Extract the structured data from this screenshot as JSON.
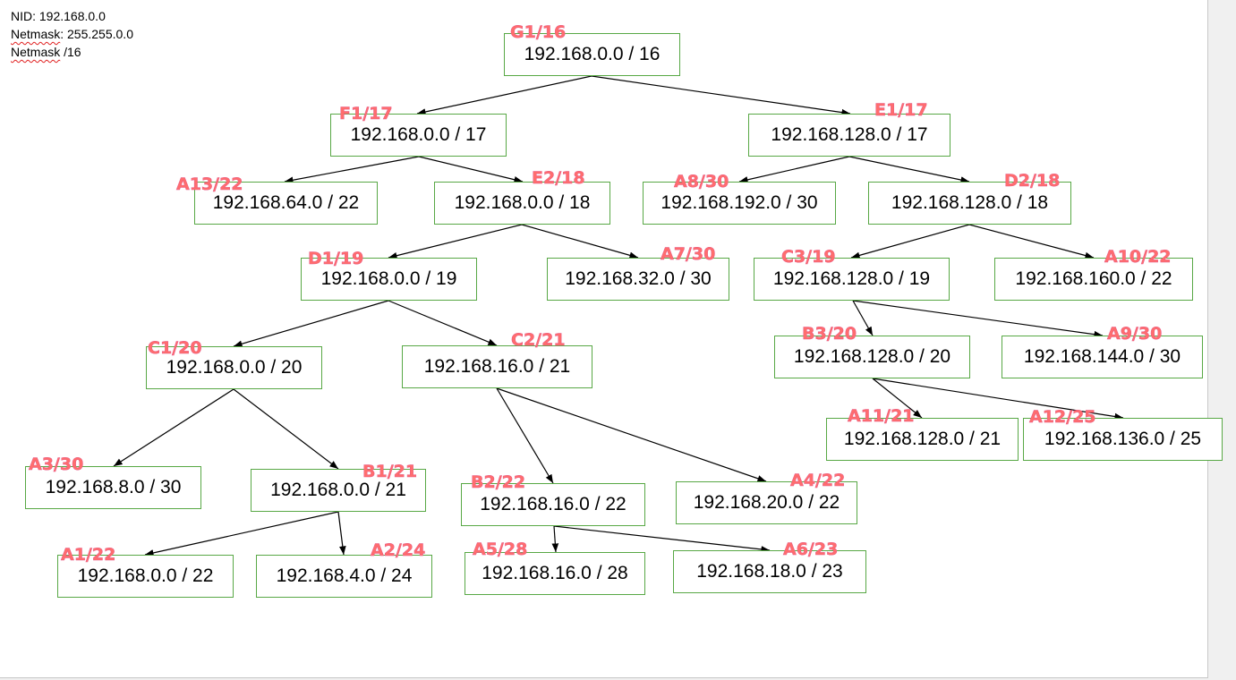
{
  "info": {
    "nid_label": "NID:",
    "nid_value": "192.168.0.0",
    "mask_label": "Netmask",
    "mask_value": "255.255.0.0",
    "prefix_label": "Netmask",
    "prefix_value": "/16"
  },
  "nodes": [
    {
      "id": "G1",
      "tag": "G1/16",
      "subnet": "192.168.0.0 / 16"
    },
    {
      "id": "F1",
      "tag": "F1/17",
      "subnet": "192.168.0.0 / 17"
    },
    {
      "id": "E1",
      "tag": "E1/17",
      "subnet": "192.168.128.0 / 17"
    },
    {
      "id": "A13",
      "tag": "A13/22",
      "subnet": "192.168.64.0 / 22"
    },
    {
      "id": "E2",
      "tag": "E2/18",
      "subnet": "192.168.0.0 / 18"
    },
    {
      "id": "A8",
      "tag": "A8/30",
      "subnet": "192.168.192.0 / 30"
    },
    {
      "id": "D2",
      "tag": "D2/18",
      "subnet": "192.168.128.0 / 18"
    },
    {
      "id": "D1",
      "tag": "D1/19",
      "subnet": "192.168.0.0 / 19"
    },
    {
      "id": "A7",
      "tag": "A7/30",
      "subnet": "192.168.32.0 / 30"
    },
    {
      "id": "C3",
      "tag": "C3/19",
      "subnet": "192.168.128.0 / 19"
    },
    {
      "id": "A10",
      "tag": "A10/22",
      "subnet": "192.168.160.0 / 22"
    },
    {
      "id": "C1",
      "tag": "C1/20",
      "subnet": "192.168.0.0 / 20"
    },
    {
      "id": "C2",
      "tag": "C2/21",
      "subnet": "192.168.16.0 / 21"
    },
    {
      "id": "B3",
      "tag": "B3/20",
      "subnet": "192.168.128.0 / 20"
    },
    {
      "id": "A9",
      "tag": "A9/30",
      "subnet": "192.168.144.0 / 30"
    },
    {
      "id": "A11",
      "tag": "A11/21",
      "subnet": "192.168.128.0 / 21"
    },
    {
      "id": "A12",
      "tag": "A12/25",
      "subnet": "192.168.136.0 / 25"
    },
    {
      "id": "A3",
      "tag": "A3/30",
      "subnet": "192.168.8.0 / 30"
    },
    {
      "id": "B1",
      "tag": "B1/21",
      "subnet": "192.168.0.0 / 21"
    },
    {
      "id": "B2",
      "tag": "B2/22",
      "subnet": "192.168.16.0 / 22"
    },
    {
      "id": "A4",
      "tag": "A4/22",
      "subnet": "192.168.20.0 / 22"
    },
    {
      "id": "A1",
      "tag": "A1/22",
      "subnet": "192.168.0.0 / 22"
    },
    {
      "id": "A2",
      "tag": "A2/24",
      "subnet": "192.168.4.0 / 24"
    },
    {
      "id": "A5",
      "tag": "A5/28",
      "subnet": "192.168.16.0 / 28"
    },
    {
      "id": "A6",
      "tag": "A6/23",
      "subnet": "192.168.18.0 / 23"
    }
  ],
  "edges": [
    [
      "G1",
      "F1"
    ],
    [
      "G1",
      "E1"
    ],
    [
      "F1",
      "A13"
    ],
    [
      "F1",
      "E2"
    ],
    [
      "E1",
      "A8"
    ],
    [
      "E1",
      "D2"
    ],
    [
      "E2",
      "D1"
    ],
    [
      "E2",
      "A7"
    ],
    [
      "D2",
      "C3"
    ],
    [
      "D2",
      "A10"
    ],
    [
      "D1",
      "C1"
    ],
    [
      "D1",
      "C2"
    ],
    [
      "C3",
      "B3"
    ],
    [
      "C3",
      "A9"
    ],
    [
      "C1",
      "A3"
    ],
    [
      "C1",
      "B1"
    ],
    [
      "C2",
      "B2"
    ],
    [
      "C2",
      "A4"
    ],
    [
      "B3",
      "A11"
    ],
    [
      "B3",
      "A12"
    ],
    [
      "B1",
      "A1"
    ],
    [
      "B1",
      "A2"
    ],
    [
      "B2",
      "A5"
    ],
    [
      "B2",
      "A6"
    ]
  ],
  "colors": {
    "box_border": "#58a845",
    "tag_text": "#ff6d6d",
    "edge": "#000000"
  }
}
